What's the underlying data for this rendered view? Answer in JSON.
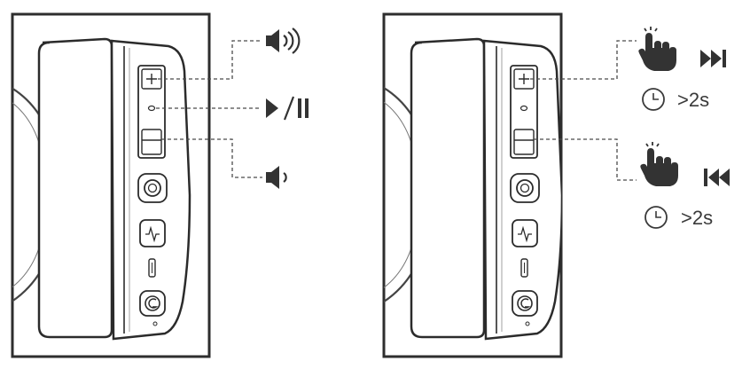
{
  "colors": {
    "ink": "#2b2b2b",
    "line": "#4a4a4a",
    "frame": "#2e2e2e"
  },
  "panels": [
    {
      "id": "volume-playback",
      "controls": [
        {
          "target": "plus-button",
          "icon": "volume-up-icon"
        },
        {
          "target": "center-button",
          "icon": "play-pause-icon"
        },
        {
          "target": "minus-button",
          "icon": "volume-down-icon"
        }
      ]
    },
    {
      "id": "track-skip",
      "controls": [
        {
          "target": "plus-button",
          "icons": [
            "hand-press-icon",
            "next-track-icon"
          ],
          "hold_label": ">2s",
          "hold_icon": "clock-icon"
        },
        {
          "target": "minus-button",
          "icons": [
            "hand-press-icon",
            "previous-track-icon"
          ],
          "hold_label": ">2s",
          "hold_icon": "clock-icon"
        }
      ]
    }
  ],
  "device_ports": [
    "plus-button",
    "center-button",
    "minus-button",
    "audio-jack",
    "microphone-port",
    "led-indicator",
    "power-port"
  ]
}
